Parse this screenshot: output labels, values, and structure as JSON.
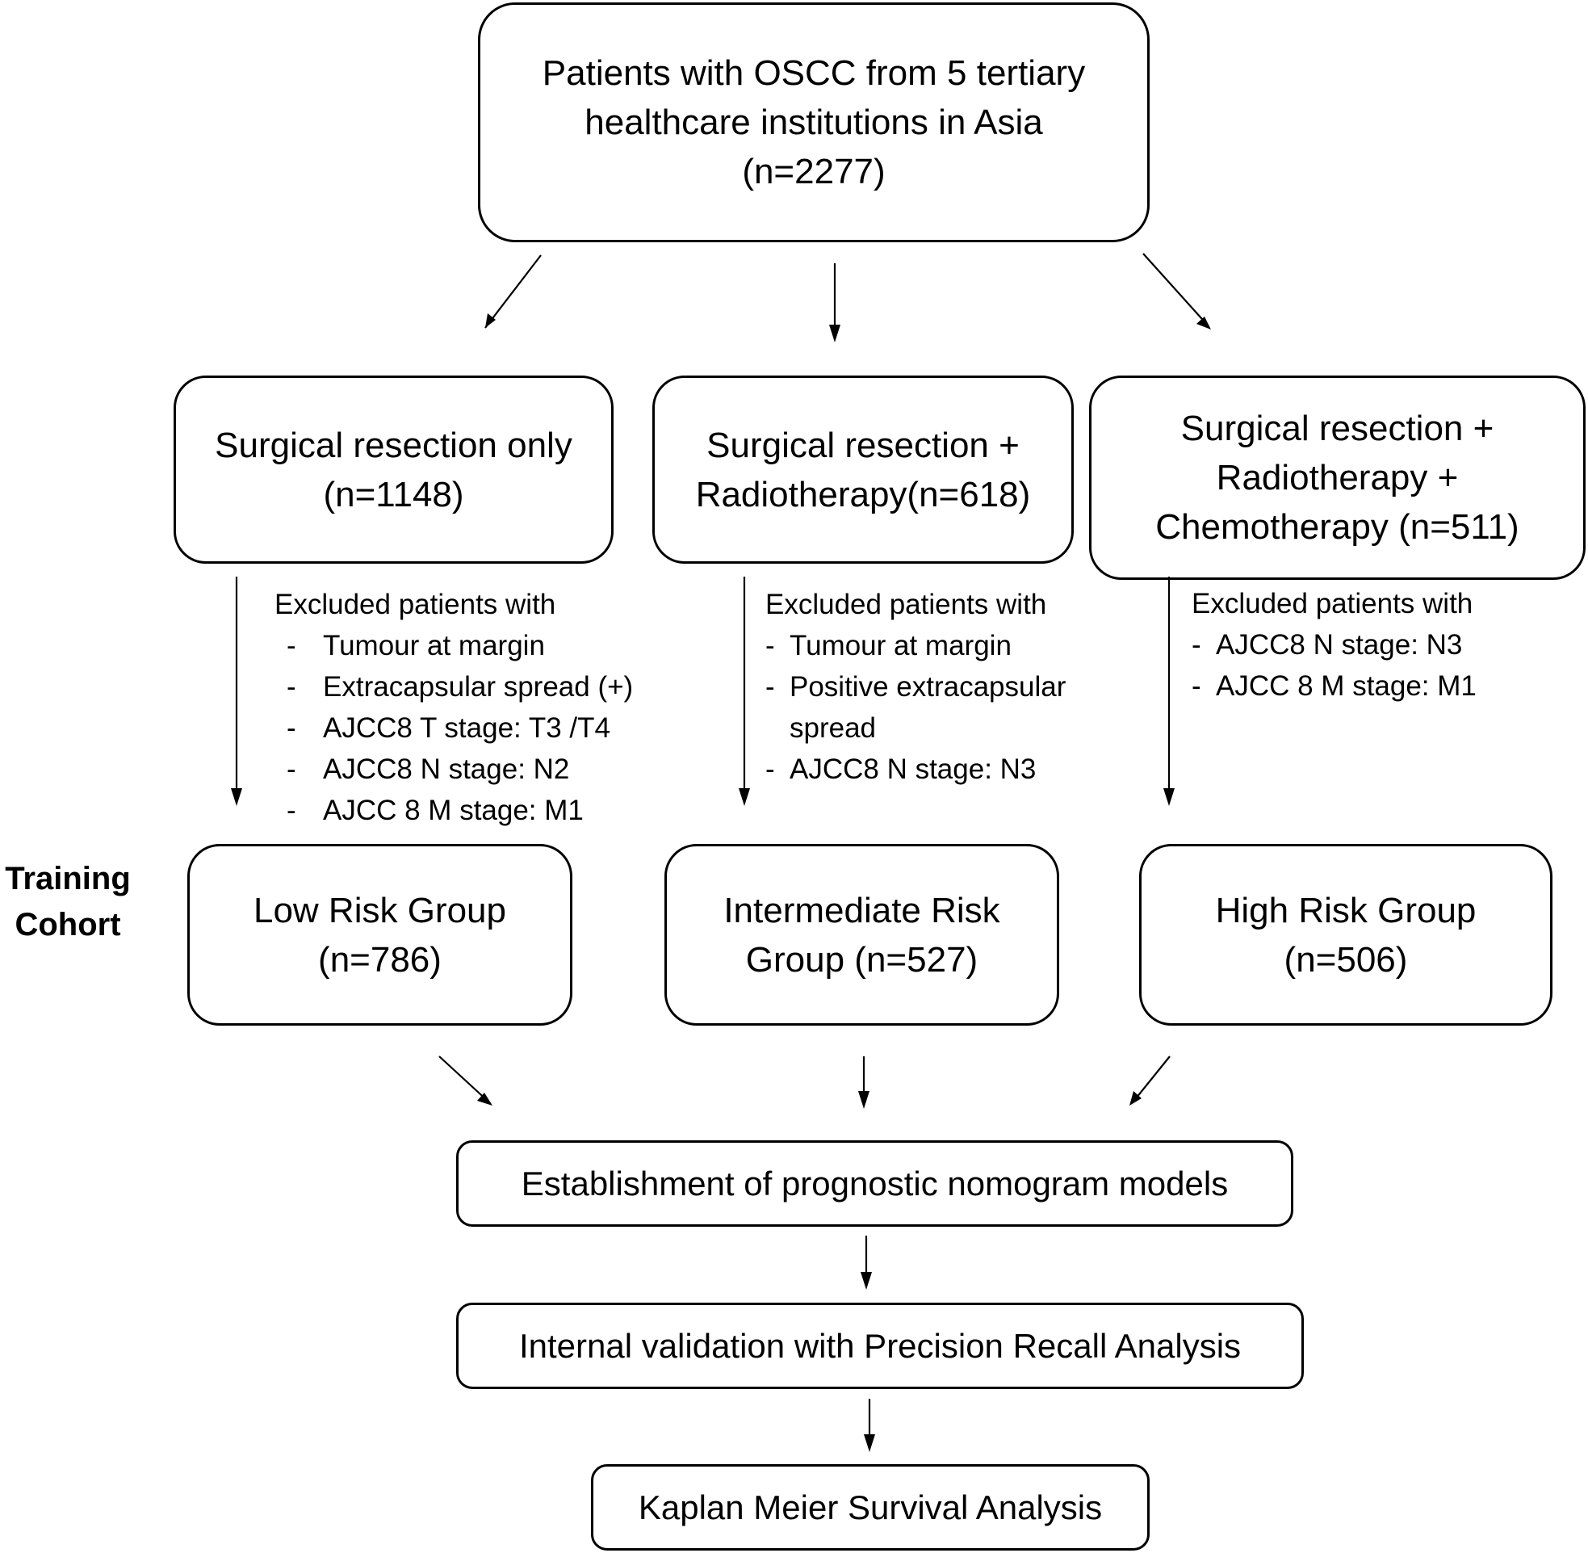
{
  "top": {
    "lines": [
      "Patients with OSCC from 5 tertiary",
      "healthcare institutions in Asia",
      "(n=2277)"
    ]
  },
  "branches": [
    {
      "lines": [
        "Surgical resection only",
        "(n=1148)"
      ],
      "excluded_title": "Excluded patients with",
      "excluded_items": [
        "Tumour at margin",
        "Extracapsular spread (+)",
        "AJCC8 T stage: T3 /T4",
        "AJCC8 N stage: N2",
        "AJCC 8 M stage: M1"
      ]
    },
    {
      "lines": [
        "Surgical resection +",
        "Radiotherapy(n=618)"
      ],
      "excluded_title": "Excluded patients with",
      "excluded_items": [
        "Tumour at margin",
        "Positive extracapsular spread",
        "AJCC8 N stage: N3"
      ]
    },
    {
      "lines": [
        "Surgical resection +",
        "Radiotherapy +",
        "Chemotherapy (n=511)"
      ],
      "excluded_title": "Excluded patients with",
      "excluded_items": [
        "AJCC8 N stage: N3",
        "AJCC 8 M stage: M1"
      ]
    }
  ],
  "side_label": [
    "Training",
    "Cohort"
  ],
  "risk_groups": [
    {
      "lines": [
        "Low Risk Group",
        "(n=786)"
      ]
    },
    {
      "lines": [
        "Intermediate Risk",
        "Group (n=527)"
      ]
    },
    {
      "lines": [
        "High Risk Group",
        "(n=506)"
      ]
    }
  ],
  "steps": [
    "Establishment of prognostic nomogram models",
    "Internal validation with Precision Recall Analysis",
    "Kaplan Meier Survival Analysis"
  ]
}
